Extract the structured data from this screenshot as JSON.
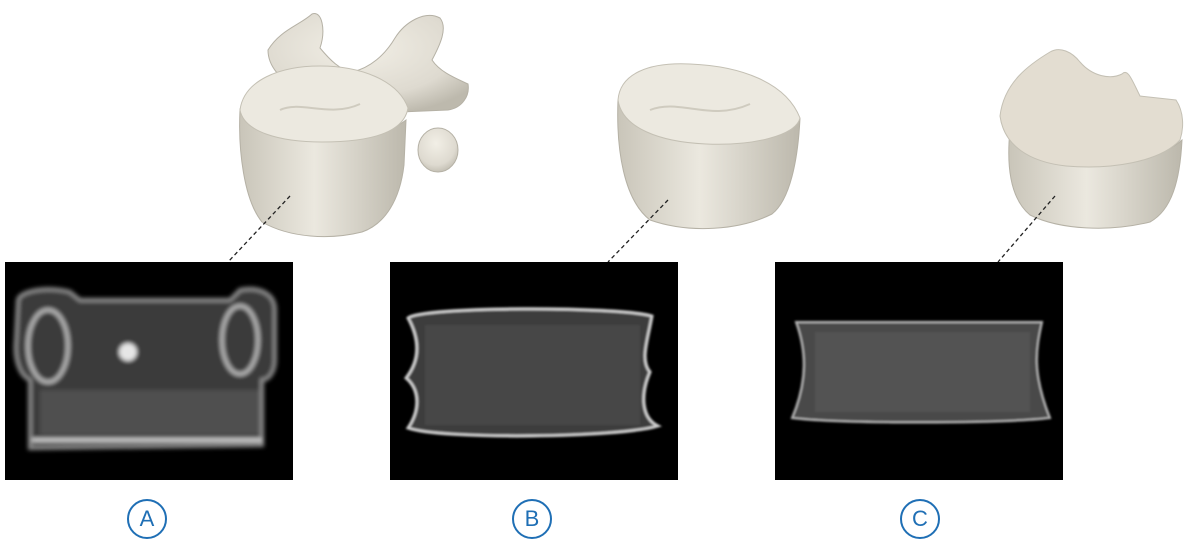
{
  "panels": [
    {
      "label": "A"
    },
    {
      "label": "B"
    },
    {
      "label": "C"
    }
  ],
  "colors": {
    "bone_fill": "#e9e6dc",
    "bone_shadow": "#c9c5b9",
    "cut_surface": "#e3ddd1",
    "ct_background": "#000000",
    "label_blue": "#1f6fb5",
    "connector": "#222222"
  }
}
